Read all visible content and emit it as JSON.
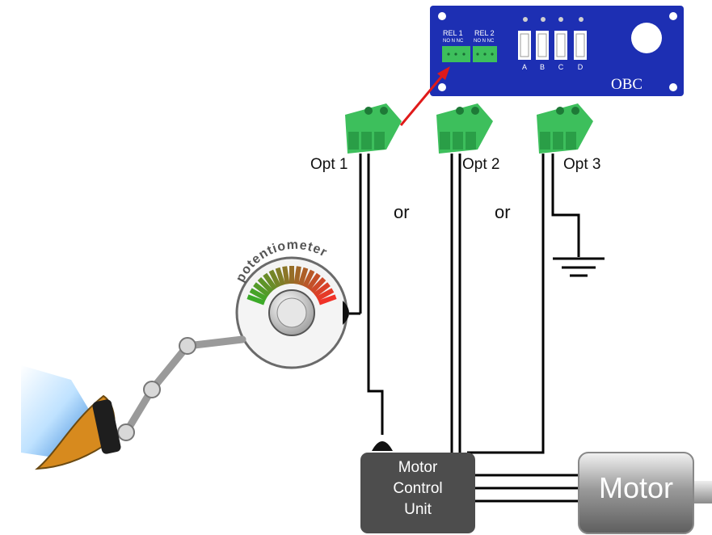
{
  "board": {
    "name": "OBC",
    "relay1_label": "REL 1",
    "relay1_pins": "NO N NC",
    "relay2_label": "REL 2",
    "relay2_pins": "NO N NC",
    "channels": [
      "A",
      "B",
      "C",
      "D"
    ]
  },
  "options": {
    "opt1": "Opt 1",
    "opt2": "Opt 2",
    "opt3": "Opt 3",
    "or1": "or",
    "or2": "or"
  },
  "potentiometer_label": "potentiometer",
  "mcu": {
    "line1": "Motor",
    "line2": "Control",
    "line3": "Unit"
  },
  "motor_label": "Motor",
  "colors": {
    "board": "#1d2fb3",
    "connector": "#3dbf5c",
    "arrow": "#e01a1a",
    "mcu": "#4d4d4d",
    "motor": "#8a8a8a"
  }
}
